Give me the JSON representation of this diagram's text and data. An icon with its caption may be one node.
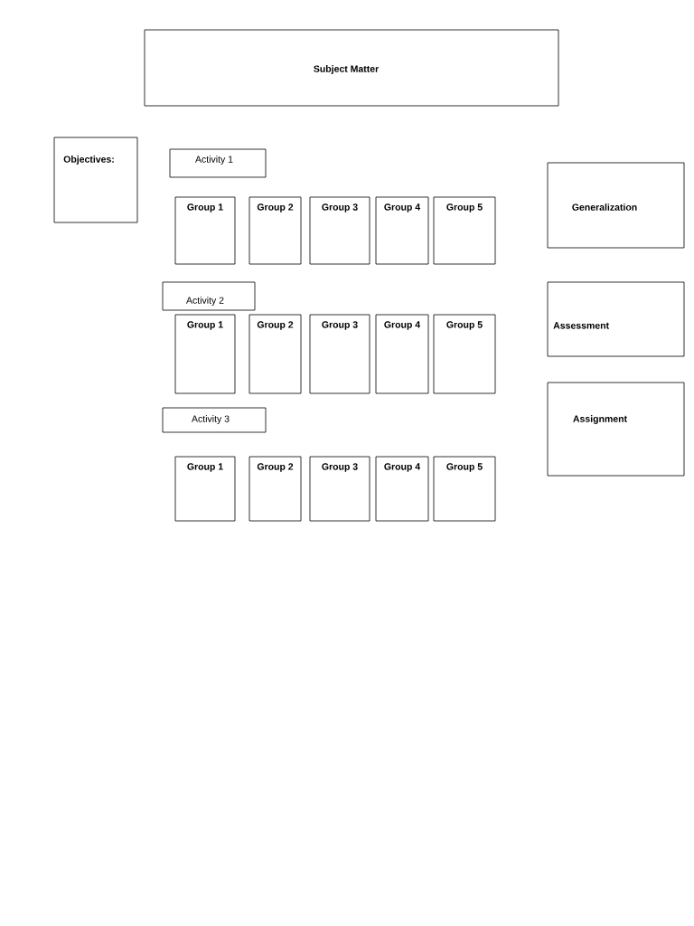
{
  "diagram": {
    "nodes": [
      {
        "text": [
          "Subject Matter"
        ]
      },
      {
        "text": [
          "Objectives:"
        ]
      },
      {
        "text": [
          "Activity 1"
        ]
      },
      {
        "text": [
          "Group 1"
        ]
      },
      {
        "text": [
          "Group 2"
        ]
      },
      {
        "text": [
          "Group 3"
        ]
      },
      {
        "text": [
          "Group 4"
        ]
      },
      {
        "text": [
          "Group 5"
        ]
      },
      {
        "text": [
          "Activity 2"
        ]
      },
      {
        "text": [
          "Group 1"
        ]
      },
      {
        "text": [
          "Group 2"
        ]
      },
      {
        "text": [
          "Group 3"
        ]
      },
      {
        "text": [
          "Group 4"
        ]
      },
      {
        "text": [
          "Group 5"
        ]
      },
      {
        "text": [
          "Activity 3"
        ]
      },
      {
        "text": [
          "Group 1"
        ]
      },
      {
        "text": [
          "Group 2"
        ]
      },
      {
        "text": [
          "Group 3"
        ]
      },
      {
        "text": [
          "Group 4"
        ]
      },
      {
        "text": [
          "Group 5"
        ]
      },
      {
        "text": [
          "Generalization"
        ]
      },
      {
        "text": [
          "Assessment"
        ]
      },
      {
        "text": [
          "Assignment"
        ]
      }
    ]
  }
}
